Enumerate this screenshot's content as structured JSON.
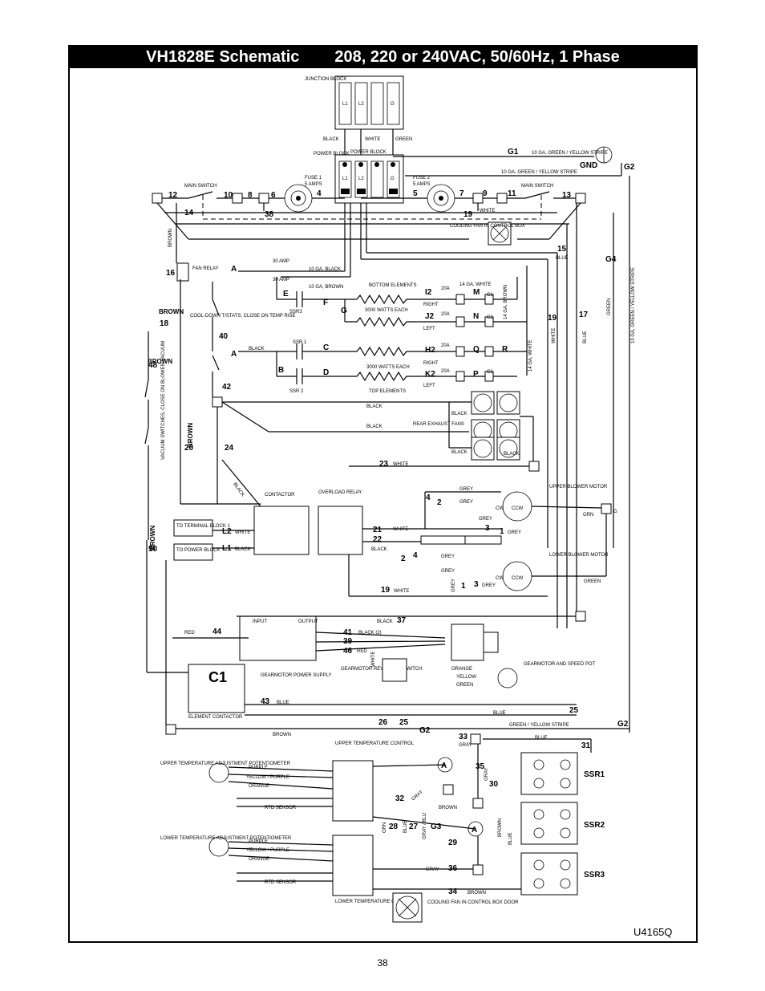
{
  "header": {
    "title": "VH1828E Schematic",
    "subtitle": "208, 220 or 240VAC, 50/60Hz, 1 Phase"
  },
  "footer": {
    "drawing_number": "U4165Q",
    "page_number": "38"
  },
  "labels": {
    "junction_block": "JUNCTION BLOCK",
    "power_block_left": "POWER BLOCK",
    "power_block_top": "POWER BLOCK",
    "main_switch_left": "MAIN SWITCH",
    "main_switch_right": "MAIN SWITCH",
    "fuse1": "FUSE 1",
    "fuse1_amps": "5 AMPS",
    "fuse2": "FUSE 2",
    "fuse2_amps": "5 AMPS",
    "black": "BLACK",
    "white": "WHITE",
    "green": "GREEN",
    "l1": "L1",
    "l2": "L2",
    "g": "G",
    "gnd": "GND",
    "g1_wire": "10 GA, GREEN / YELLOW STRIPE",
    "g2_wire": "10 GA, GREEN / YELLOW STRIPE",
    "g4_wire": "10 GA, GREEN / YELLOW STRIPE",
    "cooling_fan_top": "COOLING FAN IN CONTROL BOX",
    "blue": "BLUE",
    "brown": "BROWN",
    "fan_relay": "FAN RELAY",
    "amp30a": "30 AMP",
    "amp30b": "30 AMP",
    "wire_10_black": "10 GA, BLACK",
    "wire_10_brown": "10 GA, BROWN",
    "wire_14_white": "14 GA, WHITE",
    "wire_14_brown": "14 GA, BROWN",
    "wire_14_white2": "14 GA, WHITE",
    "bottom_elements": "BOTTOM ELEMENTS",
    "watts_bottom": "3000 WATTS EACH",
    "watts_top": "3000 WATTS EACH",
    "top_elements": "TOP ELEMENTS",
    "right": "RIGHT",
    "left": "LEFT",
    "amp20": "20A",
    "ssr1_small": "SSR 1",
    "ssr2_small": "SSR 2",
    "ssr3_small": "SSR3",
    "c1_small": "C1",
    "cool_down": "COOL-DOWN T/STATS, CLOSE ON TEMP RISE",
    "vacuum_switches": "VACUUM SWITCHES, CLOSE ON BLOWER VACUUM",
    "rear_exhaust_fans": "REAR EXHAUST FANS",
    "contactor": "CONTACTOR",
    "overload_relay": "OVERLOAD RELAY",
    "to_terminal_block": "TO TERMINAL BLOCK 1",
    "to_power_block": "TO POWER BLOCK",
    "grey": "GREY",
    "gray": "GRAY",
    "grn": "GRN",
    "upper_blower_motor": "UPPER BLOWER MOTOR",
    "lower_blower_motor": "LOWER BLOWER MOTOR",
    "ccw": "CCW",
    "cw": "CW",
    "input": "INPUT",
    "output": "OUTPUT",
    "red": "RED",
    "black_2": "BLACK (2)",
    "gearmotor_power_supply": "GEARMOTOR POWER SUPPLY",
    "gearmotor_reversing": "GEARMOTOR REVERSING SWITCH",
    "gearmotor_speed_pot": "GEARMOTOR AND SPEED POT",
    "orange": "ORANGE",
    "yellow": "YELLOW",
    "element_contactor": "ELEMENT CONTACTOR",
    "c1_big": "C1",
    "green_yellow_stripe": "GREEN / YELLOW STRIPE",
    "upper_temp_control": "UPPER TEMPERATURE CONTROL",
    "lower_temp_control": "LOWER TEMPERATURE CONTROL",
    "upper_temp_pot": "UPPER TEMPERATURE ADJUSTMENT POTENTIOMETER",
    "lower_temp_pot": "LOWER TEMPERATURE ADJUSTMENT POTENTIOMETER",
    "purple": "PURPLE",
    "yellow_purple": "YELLOW / PURPLE",
    "rtd_sensor": "RTD SENSOR",
    "cooling_fan_door": "COOLING FAN IN CONTROL BOX DOOR",
    "gray_blue": "GRAY / BLU",
    "ssr1": "SSR1",
    "ssr2": "SSR2",
    "ssr3": "SSR3",
    "lamp_a": "A",
    "a": "A",
    "b": "B",
    "c": "C",
    "d": "D",
    "e": "E",
    "f": "F",
    "h2": "H2",
    "j2": "J2",
    "k2": "K2",
    "i2": "I2",
    "m": "M",
    "n": "N",
    "p": "P",
    "q": "Q",
    "r": "R",
    "g1": "G1",
    "g2": "G2",
    "g3": "G3",
    "g4": "G4",
    "n4": "4",
    "n5": "5",
    "n6": "6",
    "n7": "7",
    "n8": "8",
    "n9": "9",
    "n10": "10",
    "n11": "11",
    "n12": "12",
    "n13": "13",
    "n14": "14",
    "n15": "15",
    "n16": "16",
    "n17": "17",
    "n18": "18",
    "n19": "19",
    "n20": "20",
    "n21": "21",
    "n22": "22",
    "n23": "23",
    "n24": "24",
    "n25": "25",
    "n26": "26",
    "n27": "27",
    "n28": "28",
    "n29": "29",
    "n30": "30",
    "n31": "31",
    "n32": "32",
    "n33": "33",
    "n34": "34",
    "n35": "35",
    "n36": "36",
    "n37": "37",
    "n38": "38",
    "n39": "39",
    "n40": "40",
    "n41": "41",
    "n42": "42",
    "n43": "43",
    "n44": "44",
    "n46": "46",
    "n48": "48",
    "n50": "50",
    "d1": "1",
    "d2": "2",
    "d3": "3",
    "d4": "4"
  }
}
